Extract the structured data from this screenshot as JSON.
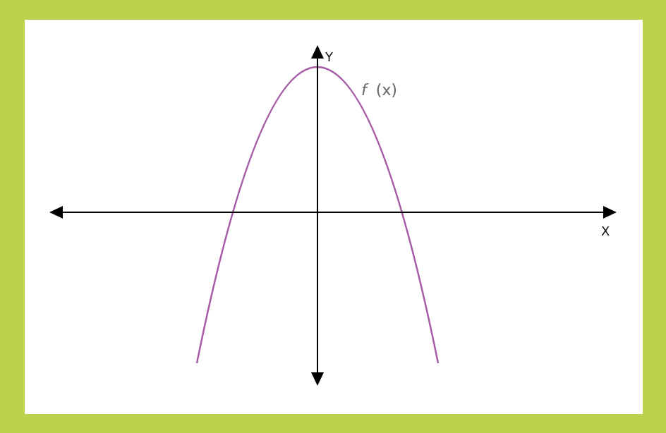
{
  "diagram": {
    "x_axis_label": "X",
    "y_axis_label": "Y",
    "function_label": {
      "name": "f",
      "argument": "(x)"
    },
    "colors": {
      "frame": "#bdd14c",
      "panel": "#ffffff",
      "axes": "#000000",
      "curve": "#a55ba6",
      "function_label": "#666666"
    }
  }
}
